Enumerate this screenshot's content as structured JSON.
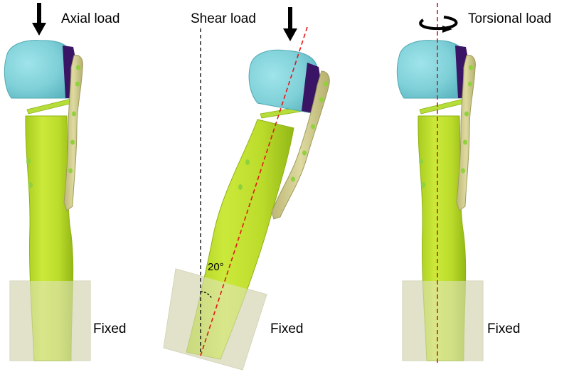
{
  "panels": [
    {
      "id": "axial",
      "load_label": "Axial load",
      "fixed_label": "Fixed"
    },
    {
      "id": "shear",
      "load_label": "Shear load",
      "fixed_label": "Fixed",
      "angle_label": "20°"
    },
    {
      "id": "torsional",
      "load_label": "Torsional load",
      "fixed_label": "Fixed"
    }
  ],
  "colors": {
    "bone": "#c3e32b",
    "bone_edge": "#8fb014",
    "head": "#7fd3db",
    "head_edge": "#4fa8b2",
    "cut_face": "#3a1566",
    "plate": "#d3cf8c",
    "plate_edge": "#9f9a5c",
    "screw": "#8fd23c",
    "fixture": "#ddddc4",
    "axis_line": "#e01818",
    "reference_line": "#000000",
    "arrow": "#000000"
  },
  "icons": [
    "down-arrow-icon",
    "torsion-arrow-icon"
  ]
}
